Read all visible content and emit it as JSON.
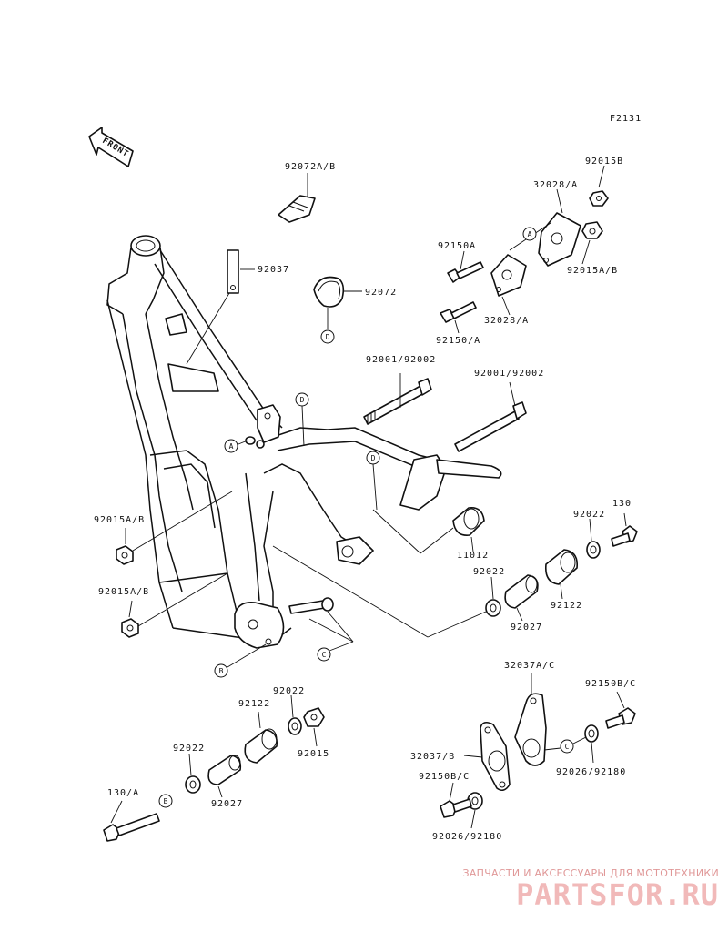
{
  "diagram": {
    "figure_code": "F2131",
    "front_label": "FRONT",
    "callouts": {
      "a": "A",
      "b": "B",
      "c": "C",
      "d": "D"
    },
    "parts": {
      "p92072ab": "92072A/B",
      "p92015b": "92015B",
      "p32028a_top": "32028/A",
      "p92150a": "92150A",
      "p92037": "92037",
      "p92072": "92072",
      "p92015ab_top": "92015A/B",
      "p32028a_bottom": "32028/A",
      "p92150a_slash": "92150/A",
      "p92001_left": "92001/92002",
      "p92001_right": "92001/92002",
      "p92015ab_left1": "92015A/B",
      "p92015ab_left2": "92015A/B",
      "p130": "130",
      "p92022_r1": "92022",
      "p11012": "11012",
      "p92022_r2": "92022",
      "p92122_r": "92122",
      "p92027_r": "92027",
      "p32037ac": "32037A/C",
      "p92150bc_r": "92150B/C",
      "p92022_m": "92022",
      "p92122_m": "92122",
      "p92015_m": "92015",
      "p92022_l": "92022",
      "p92027_l": "92027",
      "p130a": "130/A",
      "p32037b": "32037/B",
      "p92150bc_l": "92150B/C",
      "p92026_r": "92026/92180",
      "p92026_l": "92026/92180"
    }
  },
  "watermark": {
    "tagline": "ЗАПЧАСТИ И АКСЕССУАРЫ ДЛЯ МОТОТЕХНИКИ",
    "logo": "PARTSFOR.RU"
  }
}
